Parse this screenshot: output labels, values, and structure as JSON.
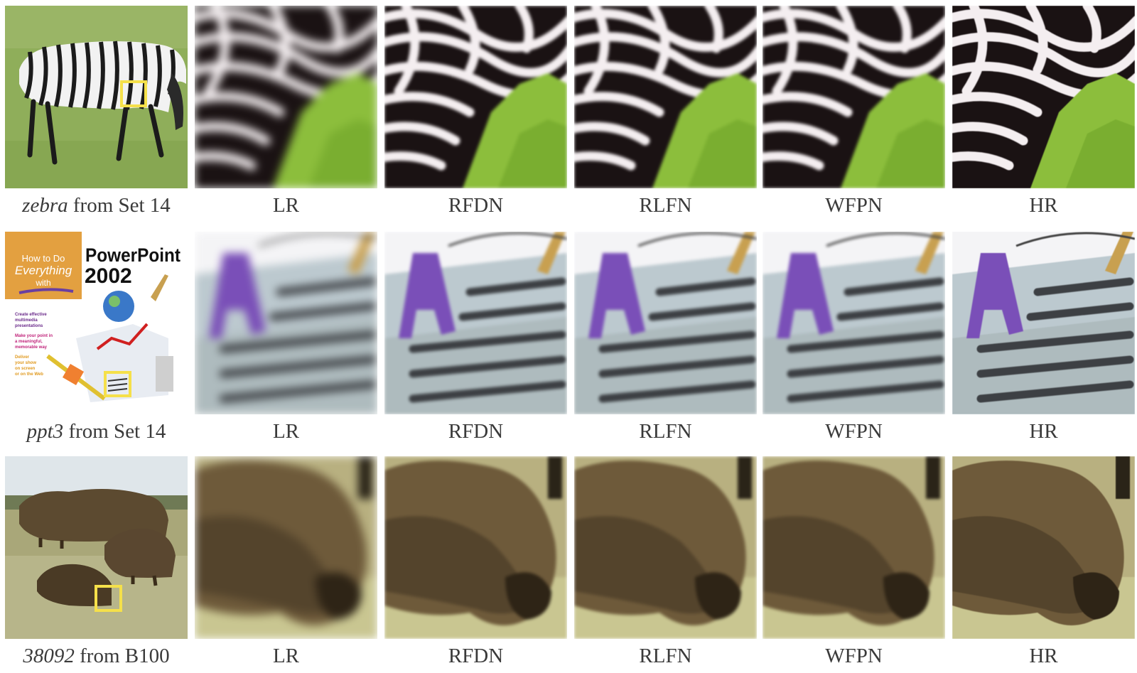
{
  "rows": [
    {
      "source": {
        "name": "zebra",
        "dataset_text": " from Set 14"
      },
      "columns": [
        "LR",
        "RFDN",
        "RLFN",
        "WFPN",
        "HR"
      ]
    },
    {
      "source": {
        "name": "ppt3",
        "dataset_text": " from Set 14",
        "cover": {
          "line1": "How to Do",
          "line2": "Everything",
          "line3": "with",
          "title1": "PowerPoint",
          "title2": "2002",
          "bullets": [
            "Create effective",
            "multimedia",
            "presentations",
            "Make your point in",
            "a meaningful,",
            "memorable way",
            "Deliver",
            "your show",
            "on screen",
            "or on the Web"
          ]
        }
      },
      "columns": [
        "LR",
        "RFDN",
        "RLFN",
        "WFPN",
        "HR"
      ]
    },
    {
      "source": {
        "name": "38092",
        "dataset_text": " from B100"
      },
      "columns": [
        "LR",
        "RFDN",
        "RLFN",
        "WFPN",
        "HR"
      ]
    }
  ],
  "colors": {
    "highlight_box": "#f5e04a",
    "caption_text": "#3a3a3a"
  }
}
